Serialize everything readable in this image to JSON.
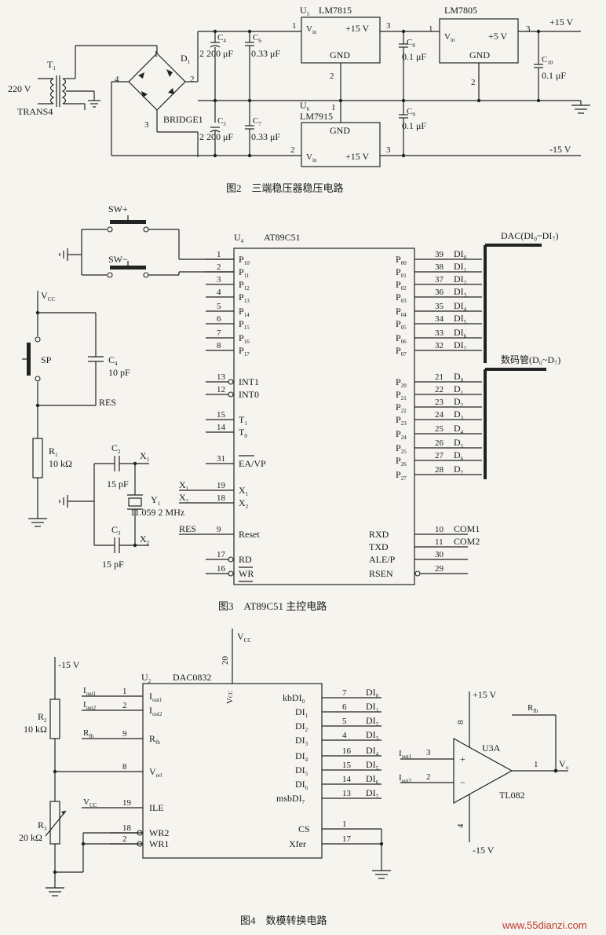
{
  "figures": [
    {
      "id": "fig2",
      "caption": "图2　三端稳压器稳压电路"
    },
    {
      "id": "fig3",
      "caption": "图3　AT89C51 主控电路"
    },
    {
      "id": "fig4",
      "caption": "图4　数模转换电路"
    }
  ],
  "fig2": {
    "input_voltage": "220 V",
    "transformer": {
      "ref": "T",
      "ref_sub": "1",
      "name": "TRANS4"
    },
    "bridge": {
      "ref": "D",
      "ref_sub": "1",
      "name": "BRIDGE1",
      "pins": [
        "1",
        "2",
        "3",
        "4"
      ]
    },
    "capacitors": [
      {
        "ref": "C",
        "sub": "4",
        "value": "2 200 μF"
      },
      {
        "ref": "C",
        "sub": "6",
        "value": "0.33 μF"
      },
      {
        "ref": "C",
        "sub": "5",
        "value": "2 200 μF"
      },
      {
        "ref": "C",
        "sub": "7",
        "value": "0.33 μF"
      },
      {
        "ref": "C",
        "sub": "8",
        "value": "0.1 μF"
      },
      {
        "ref": "C",
        "sub": "9",
        "value": "0.1 μF"
      },
      {
        "ref": "C",
        "sub": "10",
        "value": "0.1 μF"
      }
    ],
    "regulators": [
      {
        "ref": "U",
        "sub": "5",
        "part": "LM7815",
        "vin": "V",
        "vin_sub": "in",
        "out": "+15 V",
        "gnd": "GND",
        "pins": [
          "1",
          "3",
          "2"
        ]
      },
      {
        "ref": "U",
        "sub": "6",
        "part": "LM7915",
        "vin": "V",
        "vin_sub": "in",
        "out": "+15 V",
        "gnd": "GND",
        "pins": [
          "1",
          "2",
          "3"
        ]
      },
      {
        "part": "LM7805",
        "vin": "V",
        "vin_sub": "in",
        "out": "+5 V",
        "gnd": "GND",
        "pins": [
          "1",
          "3",
          "2"
        ]
      }
    ],
    "rails": [
      "+15 V",
      "-15 V"
    ]
  },
  "fig3": {
    "chip": {
      "ref": "U",
      "sub": "4",
      "part": "AT89C51"
    },
    "switches": [
      "SW+",
      "SW−"
    ],
    "sp": "SP",
    "vcc": "V",
    "vcc_sub": "CC",
    "res_label": "RES",
    "c4": {
      "ref": "C",
      "sub": "4",
      "value": "10 pF"
    },
    "r1": {
      "ref": "R",
      "sub": "1",
      "value": "10 kΩ"
    },
    "c2": {
      "ref": "C",
      "sub": "2",
      "value": "15 pF"
    },
    "c3": {
      "ref": "C",
      "sub": "3",
      "value": "15 pF"
    },
    "crystal": {
      "ref": "Y",
      "sub": "1",
      "value": "11.059 2 MHz"
    },
    "x1": "X",
    "x1_sub": "1",
    "x2": "X",
    "x2_sub": "2",
    "left_pins": [
      {
        "num": "1",
        "name": "P",
        "sub": "10"
      },
      {
        "num": "2",
        "name": "P",
        "sub": "11"
      },
      {
        "num": "3",
        "name": "P",
        "sub": "12"
      },
      {
        "num": "4",
        "name": "P",
        "sub": "13"
      },
      {
        "num": "5",
        "name": "P",
        "sub": "14"
      },
      {
        "num": "6",
        "name": "P",
        "sub": "15"
      },
      {
        "num": "7",
        "name": "P",
        "sub": "16"
      },
      {
        "num": "8",
        "name": "P",
        "sub": "17"
      },
      {
        "num": "13",
        "name": "INT1",
        "sub": ""
      },
      {
        "num": "12",
        "name": "INT0",
        "sub": ""
      },
      {
        "num": "15",
        "name": "T",
        "sub": "1"
      },
      {
        "num": "14",
        "name": "T",
        "sub": "0"
      },
      {
        "num": "31",
        "name": "EA/VP",
        "sub": ""
      },
      {
        "num": "19",
        "name": "X",
        "sub": "1",
        "ext": "X",
        "ext_sub": "1"
      },
      {
        "num": "18",
        "name": "X",
        "sub": "2",
        "ext": "X",
        "ext_sub": "2"
      },
      {
        "num": "9",
        "name": "Reset",
        "sub": "",
        "ext": "RES",
        "ext_sub": ""
      },
      {
        "num": "17",
        "name": "RD",
        "sub": ""
      },
      {
        "num": "16",
        "name": "WR",
        "sub": ""
      }
    ],
    "right_pins": [
      {
        "num": "39",
        "name": "P",
        "sub": "00",
        "net": "DI",
        "net_sub": "0"
      },
      {
        "num": "38",
        "name": "P",
        "sub": "01",
        "net": "DI",
        "net_sub": "1"
      },
      {
        "num": "37",
        "name": "P",
        "sub": "02",
        "net": "DI",
        "net_sub": "2"
      },
      {
        "num": "36",
        "name": "P",
        "sub": "03",
        "net": "DI",
        "net_sub": "3"
      },
      {
        "num": "35",
        "name": "P",
        "sub": "04",
        "net": "DI",
        "net_sub": "4"
      },
      {
        "num": "34",
        "name": "P",
        "sub": "05",
        "net": "DI",
        "net_sub": "5"
      },
      {
        "num": "33",
        "name": "P",
        "sub": "06",
        "net": "DI",
        "net_sub": "6"
      },
      {
        "num": "32",
        "name": "P",
        "sub": "07",
        "net": "DI",
        "net_sub": "7"
      },
      {
        "num": "21",
        "name": "P",
        "sub": "20",
        "net": "D",
        "net_sub": "0"
      },
      {
        "num": "22",
        "name": "P",
        "sub": "21",
        "net": "D",
        "net_sub": "1"
      },
      {
        "num": "23",
        "name": "P",
        "sub": "22",
        "net": "D",
        "net_sub": "2"
      },
      {
        "num": "24",
        "name": "P",
        "sub": "23",
        "net": "D",
        "net_sub": "3"
      },
      {
        "num": "25",
        "name": "P",
        "sub": "24",
        "net": "D",
        "net_sub": "4"
      },
      {
        "num": "26",
        "name": "P",
        "sub": "25",
        "net": "D",
        "net_sub": "5"
      },
      {
        "num": "27",
        "name": "P",
        "sub": "26",
        "net": "D",
        "net_sub": "6"
      },
      {
        "num": "28",
        "name": "P",
        "sub": "27",
        "net": "D",
        "net_sub": "7"
      },
      {
        "num": "10",
        "name": "RXD",
        "sub": "",
        "net": "COM1",
        "net_sub": ""
      },
      {
        "num": "11",
        "name": "TXD",
        "sub": "",
        "net": "COM2",
        "net_sub": ""
      },
      {
        "num": "30",
        "name": "ALE/P",
        "sub": "",
        "net": "",
        "net_sub": ""
      },
      {
        "num": "29",
        "name": "RSEN",
        "sub": "",
        "net": "",
        "net_sub": ""
      }
    ],
    "bus_dac": "DAC(DI₀~DI₇)",
    "bus_seg": "数码管(D₀~D₇)"
  },
  "fig4": {
    "chip": {
      "ref": "U",
      "sub": "2",
      "part": "DAC0832"
    },
    "vcc": "V",
    "vcc_sub": "CC",
    "vcc_pin": "20",
    "vcc_in": "V",
    "vcc_in_sub": "CC",
    "neg15": "-15 V",
    "r2": {
      "ref": "R",
      "sub": "2",
      "value": "10 kΩ"
    },
    "r3": {
      "ref": "R",
      "sub": "3",
      "value": "20 kΩ"
    },
    "left_pins": [
      {
        "net": "I",
        "net_sub": "out1",
        "num": "1",
        "name": "I",
        "sub": "out1"
      },
      {
        "net": "I",
        "net_sub": "out2",
        "num": "2",
        "name": "I",
        "sub": "out2"
      },
      {
        "net": "R",
        "net_sub": "fb",
        "num": "9",
        "name": "R",
        "sub": "fb"
      },
      {
        "net": "",
        "net_sub": "",
        "num": "8",
        "name": "V",
        "sub": "ref"
      },
      {
        "net": "V",
        "net_sub": "CC",
        "num": "19",
        "name": "ILE",
        "sub": ""
      },
      {
        "net": "",
        "net_sub": "",
        "num": "18",
        "name": "WR2",
        "sub": ""
      },
      {
        "net": "",
        "net_sub": "",
        "num": "2",
        "name": "WR1",
        "sub": ""
      }
    ],
    "right_pins": [
      {
        "name": "kbDI",
        "sub": "0",
        "num": "7",
        "net": "DI",
        "net_sub": "0"
      },
      {
        "name": "DI",
        "sub": "1",
        "num": "6",
        "net": "DI",
        "net_sub": "1"
      },
      {
        "name": "DI",
        "sub": "2",
        "num": "5",
        "net": "DI",
        "net_sub": "2"
      },
      {
        "name": "DI",
        "sub": "3",
        "num": "4",
        "net": "DI",
        "net_sub": "3"
      },
      {
        "name": "DI",
        "sub": "4",
        "num": "16",
        "net": "DI",
        "net_sub": "4"
      },
      {
        "name": "DI",
        "sub": "5",
        "num": "15",
        "net": "DI",
        "net_sub": "5"
      },
      {
        "name": "DI",
        "sub": "6",
        "num": "14",
        "net": "DI",
        "net_sub": "6"
      },
      {
        "name": "msbDI",
        "sub": "7",
        "num": "13",
        "net": "DI",
        "net_sub": "7"
      },
      {
        "name": "CS",
        "sub": "",
        "num": "1",
        "net": "",
        "net_sub": ""
      },
      {
        "name": "Xfer",
        "sub": "",
        "num": "17",
        "net": "",
        "net_sub": ""
      }
    ],
    "opamp": {
      "ref": "U3A",
      "part": "TL082",
      "plus": "+",
      "minus": "−",
      "vpos": "+15 V",
      "vneg": "-15 V",
      "pin_in_p": "3",
      "pin_in_n": "2",
      "pin_out": "1",
      "pin_vp": "8",
      "pin_vn": "4",
      "in_p": "I",
      "in_p_sub": "out1",
      "in_n": "I",
      "in_n_sub": "out2",
      "rfb": "R",
      "rfb_sub": "fb",
      "out": "V",
      "out_sub": "o"
    }
  },
  "watermark": "www.55dianzi.com"
}
